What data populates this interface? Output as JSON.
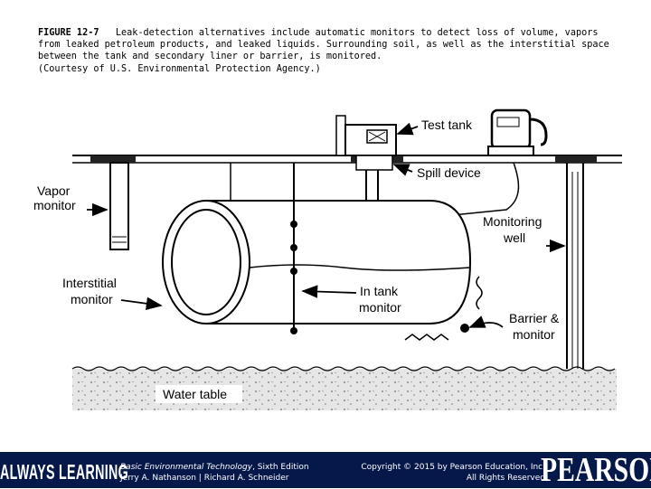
{
  "caption": {
    "figure": "FIGURE 12-7",
    "text": "Leak-detection alternatives include automatic monitors to detect loss of volume, vapors from leaked petroleum products, and leaked liquids. Surrounding soil, as well as the interstitial space between the tank and secondary liner or barrier, is monitored.",
    "credit": "(Courtesy of U.S. Environmental Protection Agency.)"
  },
  "labels": {
    "test_tank": "Test tank",
    "spill_device": "Spill device",
    "vapor_monitor_1": "Vapor",
    "vapor_monitor_2": "monitor",
    "monitoring_well_1": "Monitoring",
    "monitoring_well_2": "well",
    "interstitial_monitor_1": "Interstitial",
    "interstitial_monitor_2": "monitor",
    "in_tank_monitor_1": "In tank",
    "in_tank_monitor_2": "monitor",
    "barrier_monitor_1": "Barrier &",
    "barrier_monitor_2": "monitor",
    "water_table": "Water table"
  },
  "footer": {
    "brand_left": "ALWAYS LEARNING",
    "book_title": "Basic Environmental Technology",
    "edition": ", Sixth Edition",
    "authors": "Jerry A. Nathanson | Richard A. Schneider",
    "copyright": "Copyright © 2015 by Pearson Education, Inc.",
    "rights": "All Rights Reserved",
    "brand_right": "PEARSON",
    "color": "#05184a"
  }
}
